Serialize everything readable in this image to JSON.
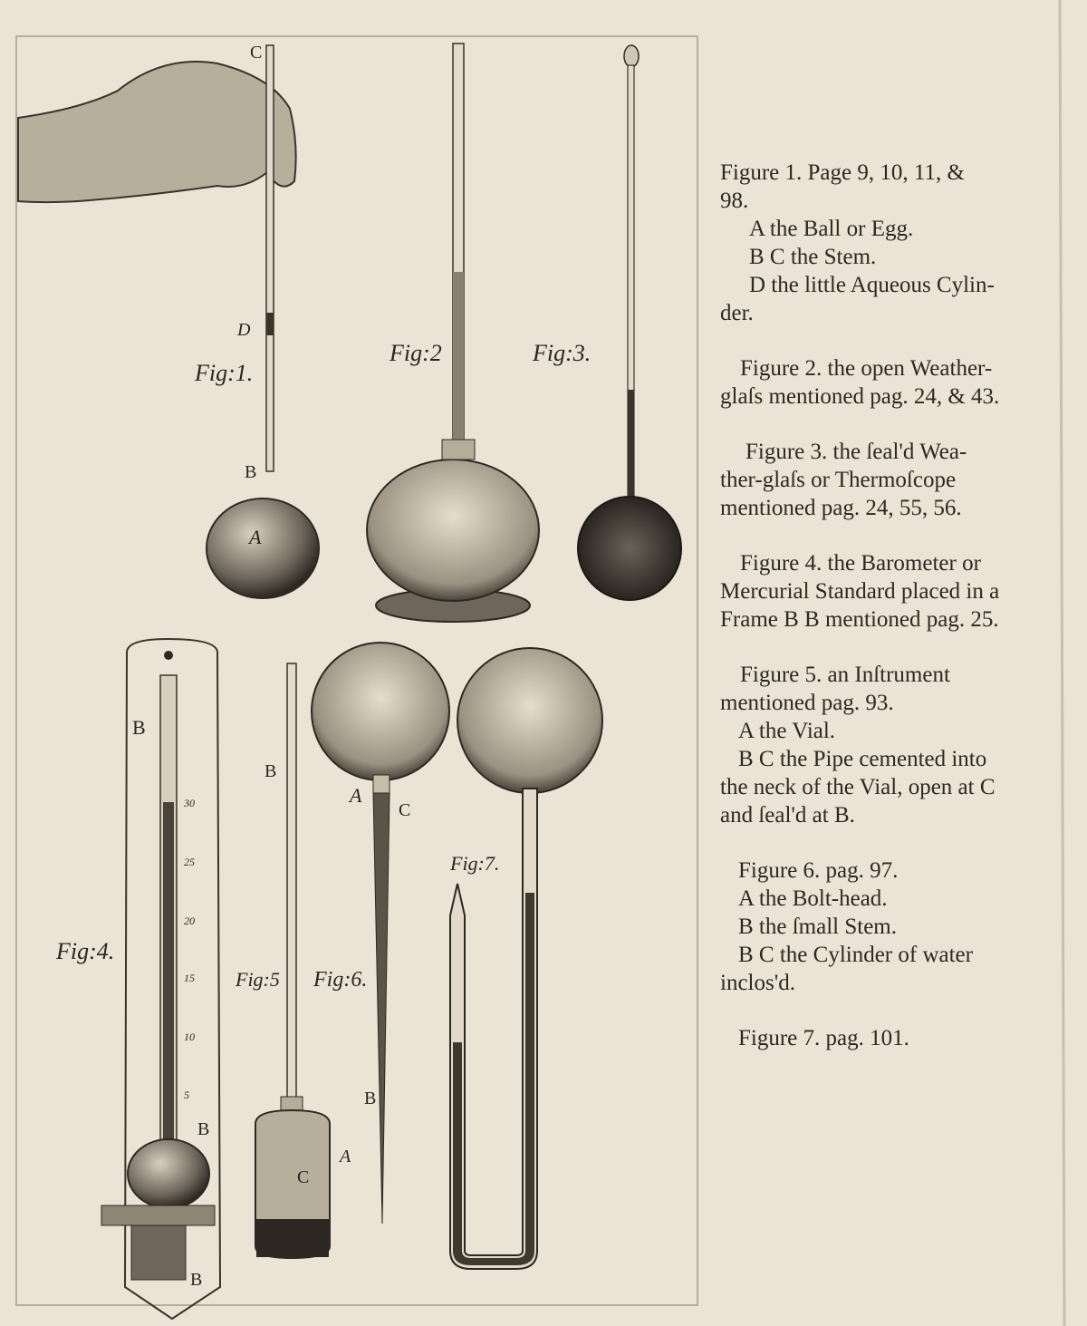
{
  "figures": {
    "fig1": {
      "label": "Fig:1.",
      "letters": {
        "c": "C",
        "d": "D",
        "b": "B",
        "a": "A"
      }
    },
    "fig2": {
      "label": "Fig:2"
    },
    "fig3": {
      "label": "Fig:3."
    },
    "fig4": {
      "label": "Fig:4.",
      "letters": {
        "b_top": "B",
        "b_mid": "B",
        "b_bottom": "B"
      },
      "scale": [
        "30",
        "25",
        "20",
        "15",
        "10",
        "5"
      ]
    },
    "fig5": {
      "label": "Fig:5",
      "letters": {
        "b": "B",
        "c": "C",
        "a": "A"
      }
    },
    "fig6": {
      "label": "Fig:6.",
      "letters": {
        "a": "A",
        "c": "C",
        "b": "B"
      }
    },
    "fig7": {
      "label": "Fig:7."
    }
  },
  "legend": [
    [
      "Figure 1. Page 9, 10, 11, &",
      "98.",
      "  A the Ball or Egg.",
      "  B C the Stem.",
      "  D the little Aqueous Cylin-",
      "der."
    ],
    [
      "Figure 2. the open Weather-",
      "glaſs mentioned pag. 24, & 43."
    ],
    [
      "Figure 3. the ſeal'd Wea-",
      "ther-glaſs or Thermoſcope",
      "mentioned pag. 24, 55, 56."
    ],
    [
      "Figure 4. the Barometer or",
      "Mercurial Standard placed in a",
      "Frame B B mentioned pag. 25."
    ],
    [
      "Figure 5. an Inſtrument",
      "mentioned pag. 93.",
      "A the Vial.",
      "B C the Pipe cemented into",
      "the neck of the Vial, open at C",
      "and ſeal'd at B."
    ],
    [
      "Figure 6. pag. 97.",
      "A the Bolt-head.",
      "B the ſmall Stem.",
      "B C the Cylinder of water",
      "inclos'd."
    ],
    [
      "Figure 7. pag. 101."
    ]
  ]
}
